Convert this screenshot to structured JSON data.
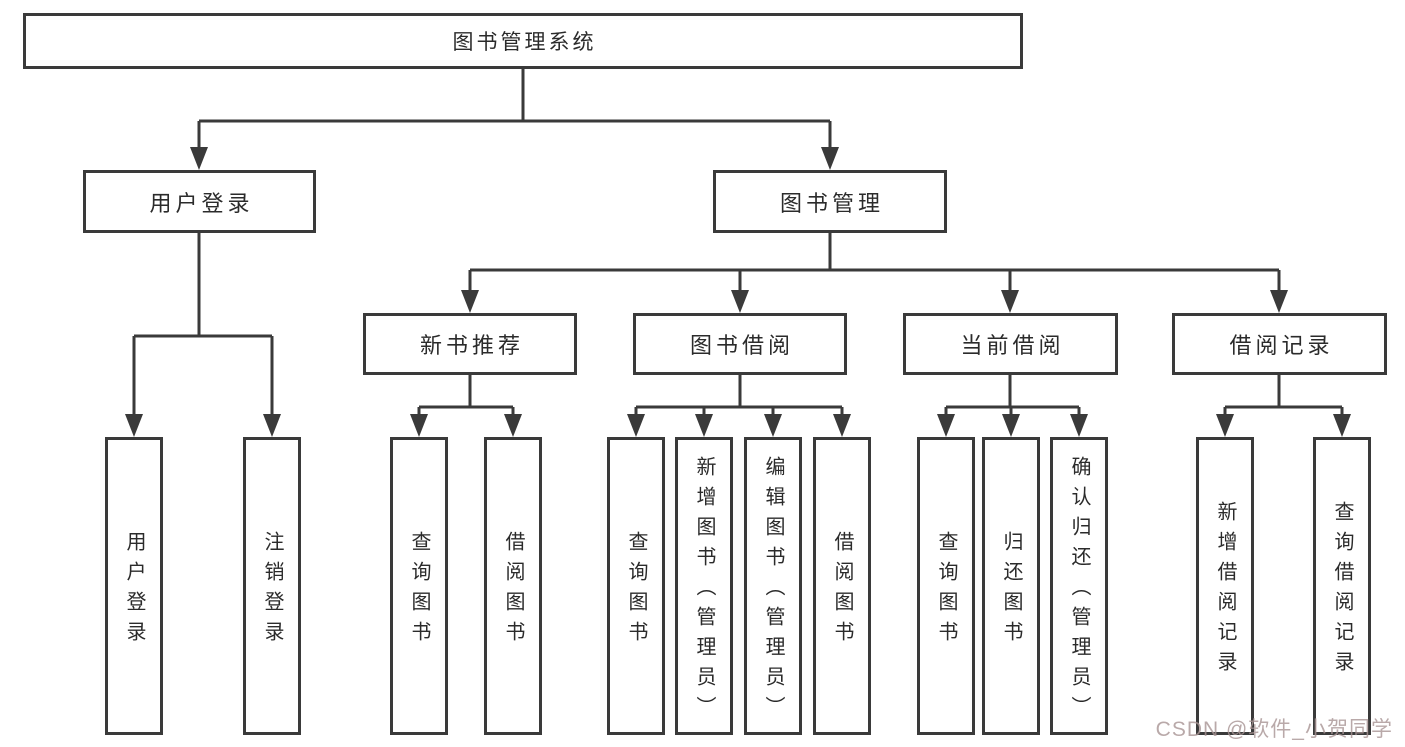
{
  "tree": {
    "root": {
      "label": "图书管理系统"
    },
    "branches": [
      {
        "label": "用户登录",
        "children": [
          {
            "label": "用户登录"
          },
          {
            "label": "注销登录"
          }
        ]
      },
      {
        "label": "图书管理",
        "children": [
          {
            "label": "新书推荐",
            "children": [
              {
                "label": "查询图书"
              },
              {
                "label": "借阅图书"
              }
            ]
          },
          {
            "label": "图书借阅",
            "children": [
              {
                "label": "查询图书"
              },
              {
                "label": "新增图书（管理员）"
              },
              {
                "label": "编辑图书（管理员）"
              },
              {
                "label": "借阅图书"
              }
            ]
          },
          {
            "label": "当前借阅",
            "children": [
              {
                "label": "查询图书"
              },
              {
                "label": "归还图书"
              },
              {
                "label": "确认归还（管理员）"
              }
            ]
          },
          {
            "label": "借阅记录",
            "children": [
              {
                "label": "新增借阅记录"
              },
              {
                "label": "查询借阅记录"
              }
            ]
          }
        ]
      }
    ]
  },
  "watermark": {
    "text": "CSDN @软件_小贺同学"
  },
  "colors": {
    "line": "#3a3a3a",
    "text": "#2b2b2b",
    "background": "#ffffff",
    "watermark": "#a89494"
  }
}
